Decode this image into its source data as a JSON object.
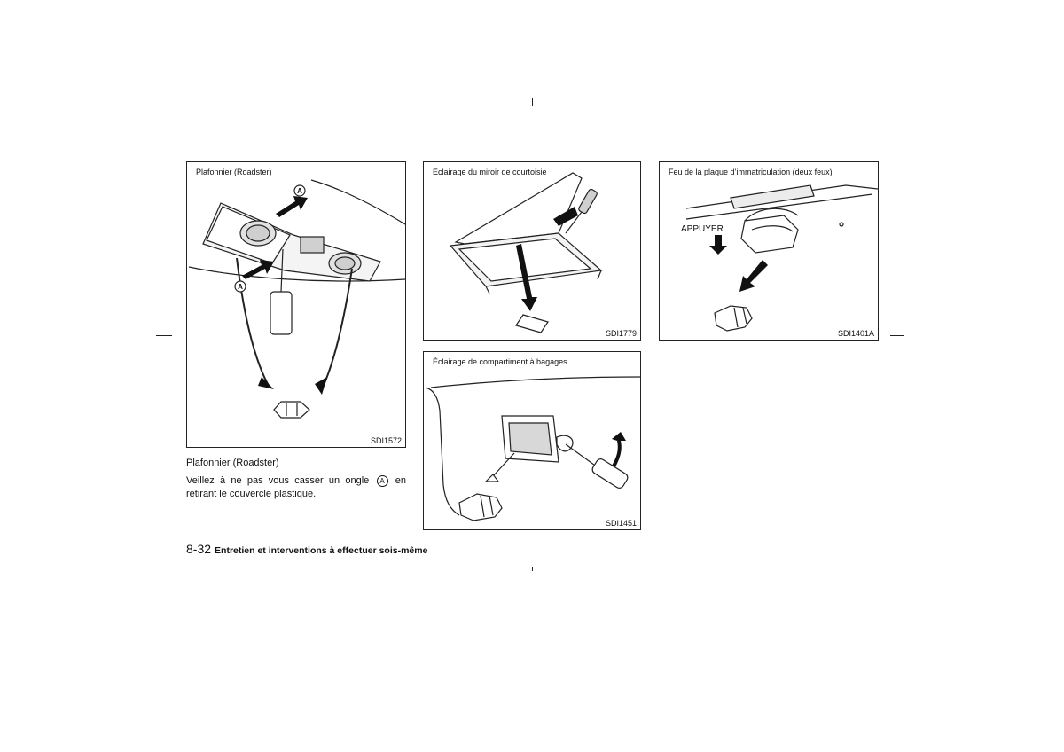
{
  "figures": {
    "fig1": {
      "caption": "Plafonnier (Roadster)",
      "code": "SDI1572",
      "marker_a": "A"
    },
    "fig2": {
      "caption": "Éclairage du miroir de courtoisie",
      "code": "SDI1779"
    },
    "fig3": {
      "caption": "Feu de la plaque d’immatriculation (deux feux)",
      "code": "SDI1401A",
      "label": "APPUYER"
    },
    "fig4": {
      "caption": "Éclairage de compartiment à bagages",
      "code": "SDI1451"
    }
  },
  "text": {
    "subheading": "Plafonnier (Roadster)",
    "body_before": "Veillez à ne pas vous casser un ongle",
    "marker": "A",
    "body_after": "en retirant le couvercle plastique."
  },
  "footer": {
    "page_number": "8-32",
    "section_title": "Entretien et interventions à effectuer sois-même"
  }
}
